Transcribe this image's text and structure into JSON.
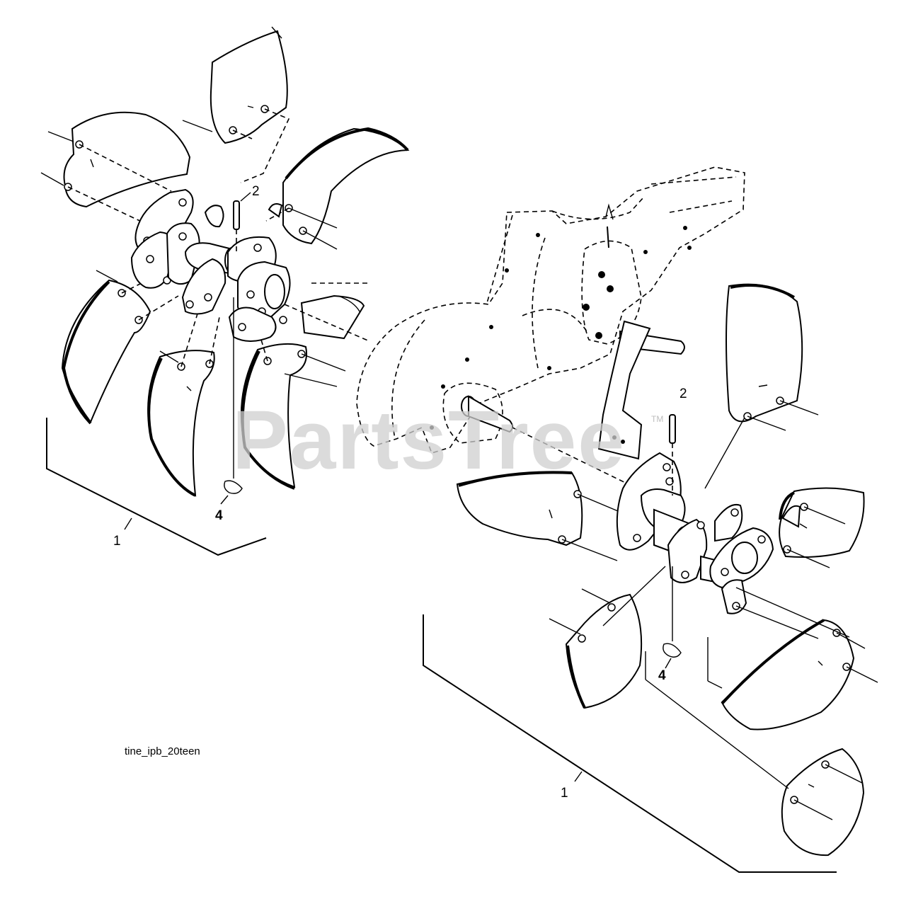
{
  "diagram": {
    "figure_id": "tine_ipb_20teen",
    "callouts": {
      "left_assembly": "1",
      "left_pin": "2",
      "left_clip": "4",
      "right_assembly": "1",
      "right_pin": "2",
      "right_clip": "4"
    },
    "watermark": {
      "text": "PartsTree",
      "trademark": "TM"
    }
  },
  "colors": {
    "line": "#000000",
    "watermark": "#cfcfcf",
    "background": "#ffffff"
  }
}
